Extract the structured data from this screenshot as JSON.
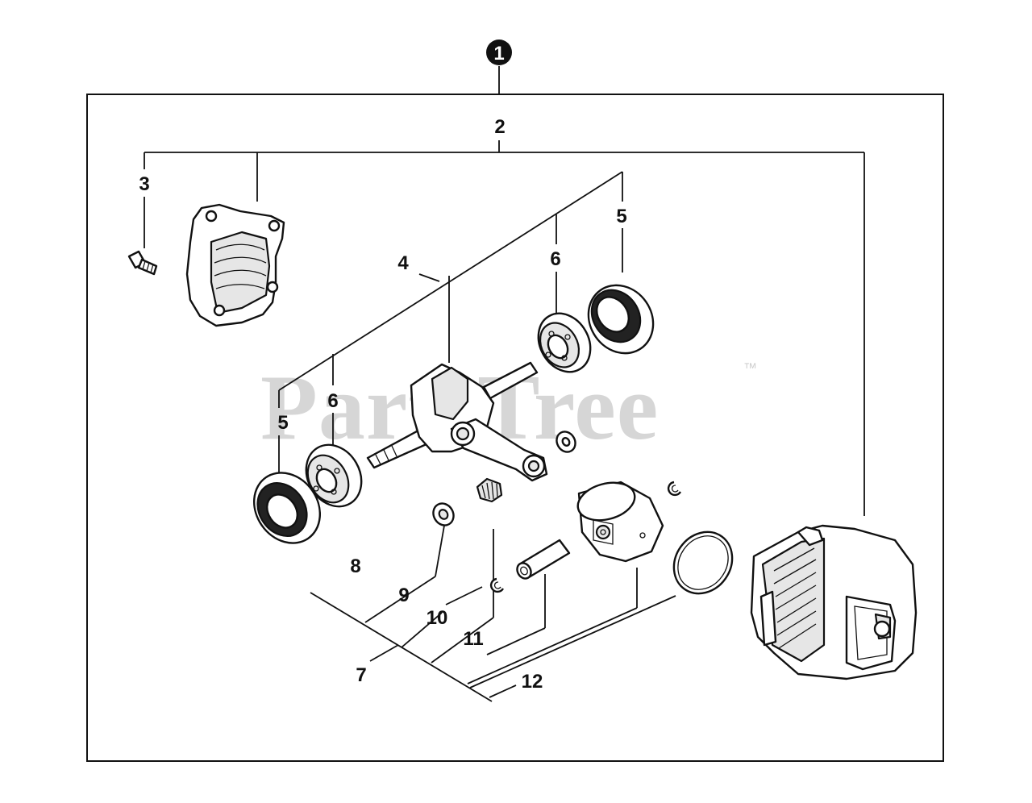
{
  "diagram": {
    "assembly_callout": "1",
    "watermark": "PartsTree",
    "trademark": "™",
    "callouts": {
      "c2": "2",
      "c3": "3",
      "c4": "4",
      "c5a": "5",
      "c6a": "6",
      "c5b": "5",
      "c6b": "6",
      "c7": "7",
      "c8": "8",
      "c9": "9",
      "c10": "10",
      "c11": "11",
      "c12": "12"
    }
  }
}
